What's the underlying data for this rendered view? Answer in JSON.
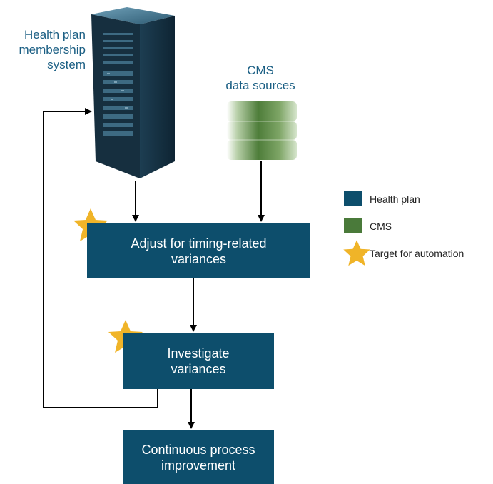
{
  "labels": {
    "membership_system": "Health plan\nmembership\nsystem",
    "cms_sources": "CMS\ndata sources"
  },
  "boxes": {
    "adjust": "Adjust for timing-related\nvariances",
    "investigate": "Investigate\nvariances",
    "continuous": "Continuous process\nimprovement"
  },
  "legend": {
    "health_plan": "Health plan",
    "cms": "CMS",
    "automation": "Target for automation"
  },
  "colors": {
    "health_plan": "#0d4e6c",
    "cms": "#4a7a3a",
    "star": "#f0b428",
    "label_text": "#1b5f84"
  }
}
